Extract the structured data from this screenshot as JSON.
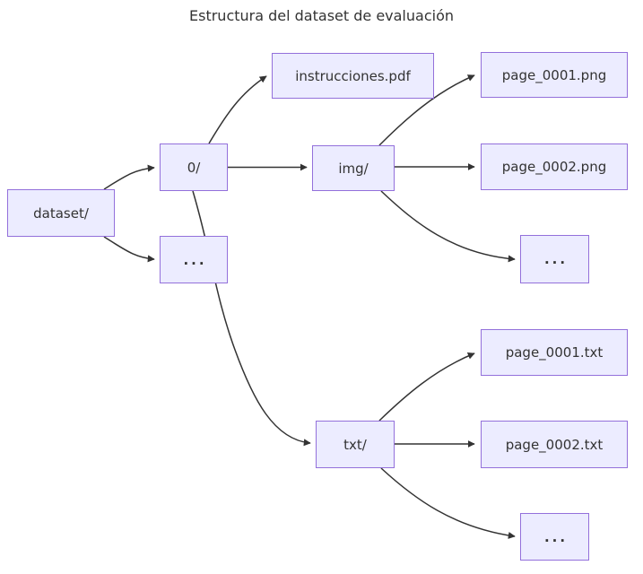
{
  "title": "Estructura del dataset de evaluación",
  "colors": {
    "background": "#FFFFFF",
    "node_fill": "#ECECFF",
    "node_border": "#9370DB",
    "edge": "#333333",
    "text": "#333333"
  },
  "nodes": {
    "dataset": {
      "label": "dataset/"
    },
    "zero": {
      "label": "0/"
    },
    "dots1": {
      "label": "..."
    },
    "instrucciones": {
      "label": "instrucciones.pdf"
    },
    "img": {
      "label": "img/"
    },
    "png1": {
      "label": "page_0001.png"
    },
    "png2": {
      "label": "page_0002.png"
    },
    "dots2": {
      "label": "..."
    },
    "txt": {
      "label": "txt/"
    },
    "txt1": {
      "label": "page_0001.txt"
    },
    "txt2": {
      "label": "page_0002.txt"
    },
    "dots3": {
      "label": "..."
    }
  },
  "edges": [
    {
      "from": "dataset/",
      "to": "0/"
    },
    {
      "from": "dataset/",
      "to": "..."
    },
    {
      "from": "0/",
      "to": "instrucciones.pdf"
    },
    {
      "from": "0/",
      "to": "img/"
    },
    {
      "from": "0/",
      "to": "txt/"
    },
    {
      "from": "img/",
      "to": "page_0001.png"
    },
    {
      "from": "img/",
      "to": "page_0002.png"
    },
    {
      "from": "img/",
      "to": "..."
    },
    {
      "from": "txt/",
      "to": "page_0001.txt"
    },
    {
      "from": "txt/",
      "to": "page_0002.txt"
    },
    {
      "from": "txt/",
      "to": "..."
    }
  ]
}
